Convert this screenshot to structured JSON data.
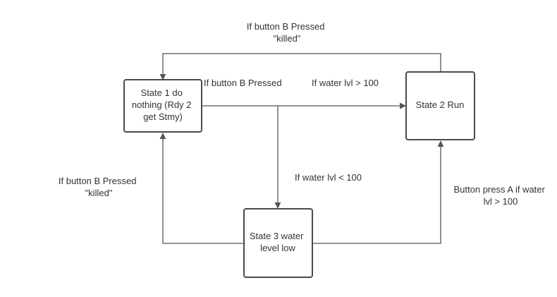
{
  "diagram": {
    "colors": {
      "box_stroke": "#4a4a4a",
      "edge_stroke": "#555555",
      "text": "#333333",
      "background": "#ffffff"
    },
    "states": {
      "state1": {
        "lines": [
          "State 1 do",
          "nothing (Rdy 2",
          "get Stmy)"
        ]
      },
      "state2": {
        "lines": [
          "State 2 Run"
        ]
      },
      "state3": {
        "lines": [
          "State 3 water",
          "level low"
        ]
      }
    },
    "edges": {
      "s2_to_s1": {
        "lines": [
          "If button B Pressed",
          "\"killed\""
        ]
      },
      "s1_to_s2_label_b": {
        "lines": [
          "If button B Pressed"
        ]
      },
      "s1_to_s2_label_water": {
        "lines": [
          "If water lvl > 100"
        ]
      },
      "s1_to_s3": {
        "lines": [
          "If water lvl < 100"
        ]
      },
      "s3_to_s1": {
        "lines": [
          "If button B Pressed",
          "\"killed\""
        ]
      },
      "s3_to_s2": {
        "lines": [
          "Button press A if water",
          "lvl > 100"
        ]
      }
    }
  }
}
